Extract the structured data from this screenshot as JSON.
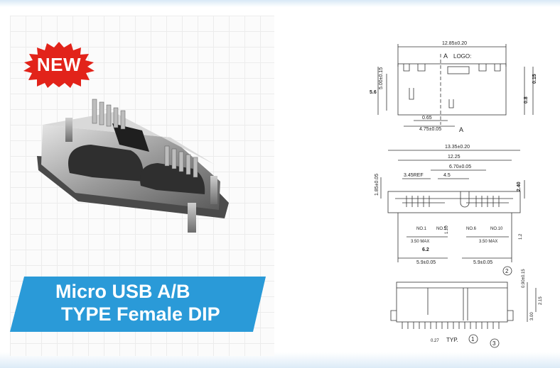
{
  "badge": {
    "text": "NEW",
    "color": "#e2231a"
  },
  "title": {
    "line1": "Micro USB A/B",
    "line2": "TYPE Female DIP",
    "bar_color": "#2a9ad8"
  },
  "drawing": {
    "top_view": {
      "overall_width": "12.85±0.20",
      "section_label_top": "A",
      "section_label_bottom": "A",
      "logo_label": "LOGO:",
      "height_left": "5.6",
      "height_inner": "5.00±0.15",
      "height_right": "0.8",
      "right_small": "0.15",
      "pin_offset": "0.65",
      "pin_span": "4.75±0.05"
    },
    "front_view": {
      "width_outer": "13.35±0.20",
      "width_inner": "12.25",
      "width_opening": "6.70±0.05",
      "ref_left": "3.45REF",
      "center_span": "4.5",
      "side_height": "1.85±0.05",
      "right_height": "2.40",
      "pin_no1": "NO.1",
      "pin_no5": "NO.5",
      "pin_no6": "NO.6",
      "pin_no10": "NO.10",
      "inner_height": "1.10",
      "max_left": "3.50 MAX",
      "max_right": "3.50 MAX",
      "center_gap": "6.2",
      "bottom_left": "5.9±0.05",
      "bottom_right": "5.9±0.05",
      "right_small": "1.2"
    },
    "side_view": {
      "callout_1": "1",
      "callout_2": "2",
      "callout_3": "3",
      "dim_top": "0.90±0.15",
      "dim_mid": "2.15",
      "dim_bottom": "3.00",
      "pitch": "0.27",
      "typ_label": "TYP."
    }
  }
}
